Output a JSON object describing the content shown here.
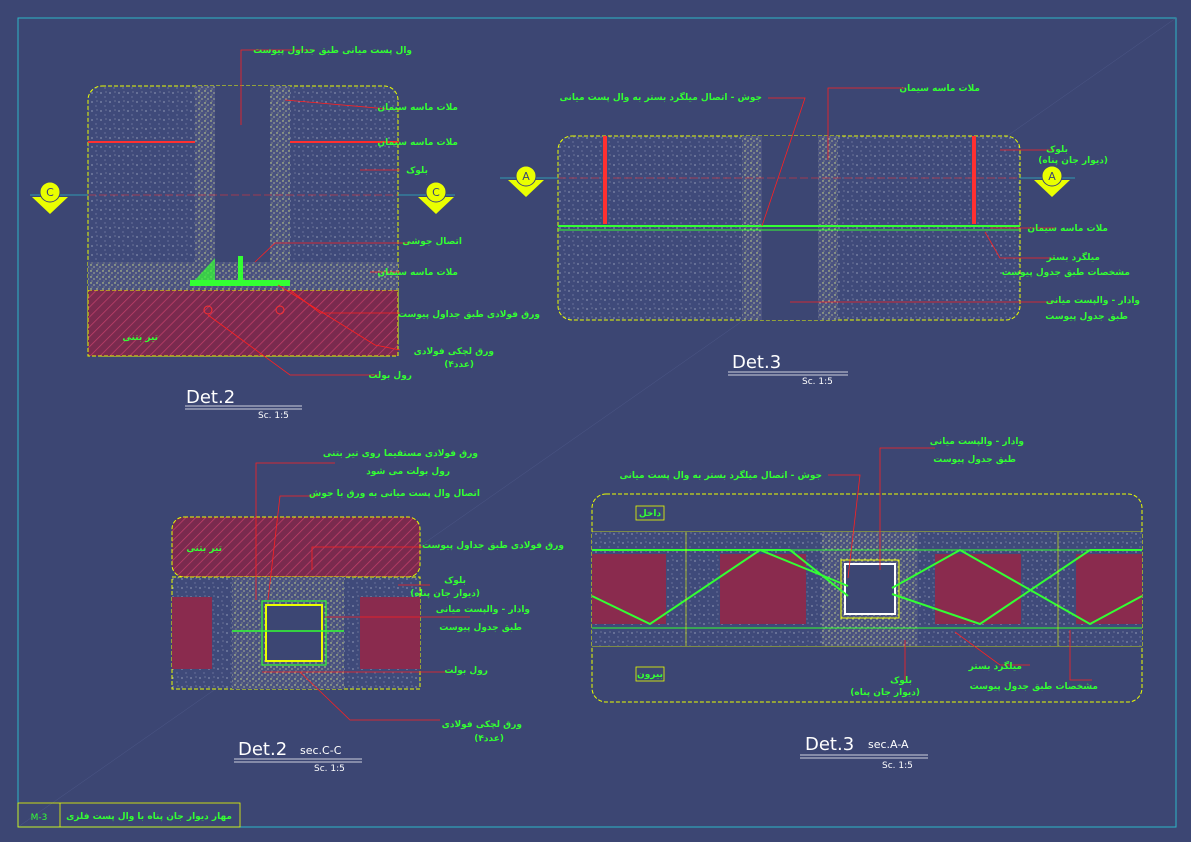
{
  "colors": {
    "background": "#3c4673",
    "frame": "#2bb7c7",
    "outline": "#eaff00",
    "leader": "#ff2020",
    "steel": "#33ff33",
    "hatch": "#8a2b4e",
    "text": "#33ff33"
  },
  "title_block": {
    "sheet": "M-3",
    "title": "مهار دیوار جان پناه با وال پست فلزی"
  },
  "det2": {
    "title": "Det.2",
    "scale": "Sc. 1:5",
    "section_letter": "C",
    "labels": [
      "وال پست میانی طبق جداول پیوست",
      "ملات ماسه سیمان",
      "ملات ماسه سیمان",
      "بلوک",
      "اتصال جوشی",
      "ملات ماسه سیمان",
      "ورق فولادی طبق جداول پیوست",
      "ورق لچکی فولادی",
      "(۴عدد)",
      "رول بولت",
      "تیر بتنی"
    ]
  },
  "det3": {
    "title": "Det.3",
    "scale": "Sc. 1:5",
    "section_letter": "A",
    "labels": [
      "جوش - اتصال میلگرد بستر به وال پست میانی",
      "ملات ماسه سیمان",
      "بلوک",
      "(دیوار جان پناه)",
      "ملات ماسه سیمان",
      "میلگرد بستر",
      "مشخصات طبق جدول پیوست",
      "وادار - والپست میانی",
      "طبق جدول پیوست"
    ]
  },
  "det2c": {
    "title": "Det.2",
    "subtitle": "sec.C-C",
    "scale": "Sc. 1:5",
    "labels": [
      "ورق فولادی مستقیما روی تیر بتنی",
      "رول بولت می شود",
      "اتصال وال پست میانی به ورق با جوش",
      "ورق فولادی طبق جداول پیوست",
      "تیر بتنی",
      "بلوک",
      "(دیوار جان پناه)",
      "وادار - والپست میانی",
      "طبق جدول پیوست",
      "رول بولت",
      "ورق لچکی فولادی",
      "(۴عدد)"
    ]
  },
  "det3a": {
    "title": "Det.3",
    "subtitle": "sec.A-A",
    "scale": "Sc. 1:5",
    "labels": [
      "وادار - والپست میانی",
      "طبق جدول پیوست",
      "جوش - اتصال میلگرد بستر به وال پست میانی",
      "داخل",
      "بیرون",
      "بلوک",
      "(دیوار جان پناه)",
      "میلگرد بستر",
      "مشخصات طبق جدول پیوست"
    ]
  }
}
